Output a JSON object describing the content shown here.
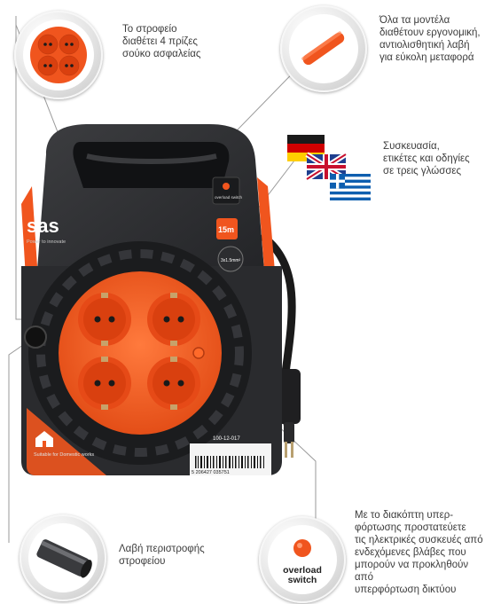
{
  "callouts": {
    "sockets": {
      "text": "Το στροφείο διαθέτει 4 πρίζες σούκο ασφαλείας",
      "lines": [
        "Το στροφείο",
        "διαθέτει 4 πρίζες",
        "σούκο ασφαλείας"
      ]
    },
    "handle": {
      "lines": [
        "Όλα τα μοντέλα",
        "διαθέτουν εργονομική,",
        "αντιολισθητική λαβή",
        "για εύκολη μεταφορά"
      ]
    },
    "languages": {
      "lines": [
        "Συσκευασία,",
        "ετικέτες και οδηγίες",
        "σε τρεις γλώσσες"
      ]
    },
    "rotating_handle": {
      "lines": [
        "Λαβή περιστροφής",
        "στροφείου"
      ]
    },
    "overload": {
      "lines": [
        "Με το διακόπτη υπερ-",
        "φόρτωσης προστατεύετε",
        "τις ηλεκτρικές συσκευές από",
        "ενδεχόμενες βλάβες που",
        "μπορούν να προκληθούν από",
        "υπερφόρτωση δικτύου"
      ]
    }
  },
  "overload_badge": {
    "line1": "overload",
    "line2": "switch"
  },
  "product": {
    "brand": "sas",
    "brand_sub": "Power to innovate",
    "length_label": "15m",
    "cable_spec": "3x1.5mm²",
    "switch_label": "overload switch",
    "suitable_text": "Suitable for Domestic works",
    "code": "100-12-017",
    "barcode_digits": "5 206427 035751"
  },
  "colors": {
    "orange": "#f0551e",
    "body_dark": "#2f3033",
    "body_black": "#1e1f21",
    "line_gray": "#9a9a9a"
  },
  "icons": [
    "socket-quad-icon",
    "orange-handle-icon",
    "flag-germany-icon",
    "flag-uk-icon",
    "flag-greece-icon",
    "rotating-handle-icon",
    "overload-switch-icon"
  ]
}
